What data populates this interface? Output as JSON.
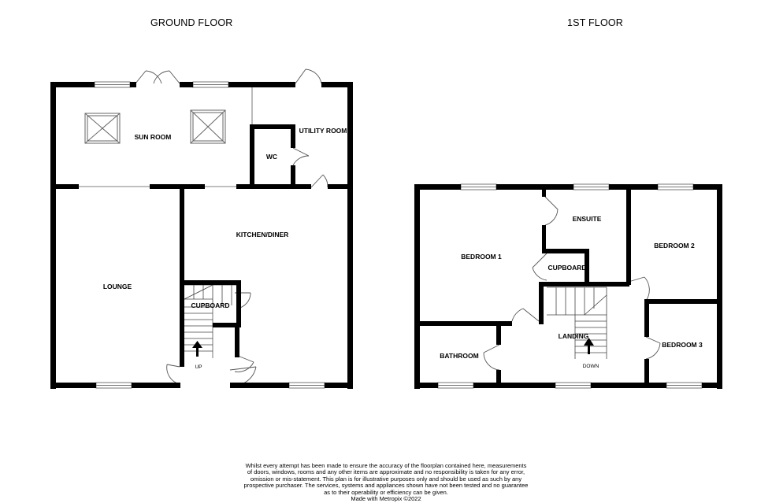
{
  "floors": {
    "ground_title": "GROUND FLOOR",
    "first_title": "1ST FLOOR"
  },
  "rooms": {
    "sun_room": "SUN ROOM",
    "utility_room": "UTILITY ROOM",
    "wc": "WC",
    "kitchen_diner": "KITCHEN/DINER",
    "lounge": "LOUNGE",
    "cupboard_ground": "CUPBOARD",
    "up": "UP",
    "bedroom1": "BEDROOM 1",
    "ensuite": "ENSUITE",
    "cupboard_first": "CUPBOARD",
    "bedroom2": "BEDROOM 2",
    "bathroom": "BATHROOM",
    "landing": "LANDING",
    "down": "DOWN",
    "bedroom3": "BEDROOM 3"
  },
  "disclaimer": {
    "lines": [
      "Whilst every attempt has been made to ensure the accuracy of the floorplan contained here, measurements",
      "of doors, windows, rooms and any other items are approximate and no responsibility is taken for any error,",
      "omission or mis-statement. This plan is for illustrative purposes only and should be used as such by any",
      "prospective purchaser. The services, systems and appliances shown have not been tested and no guarantee",
      "as to their operability or efficiency can be given.",
      "Made with Metropix ©2022"
    ]
  }
}
